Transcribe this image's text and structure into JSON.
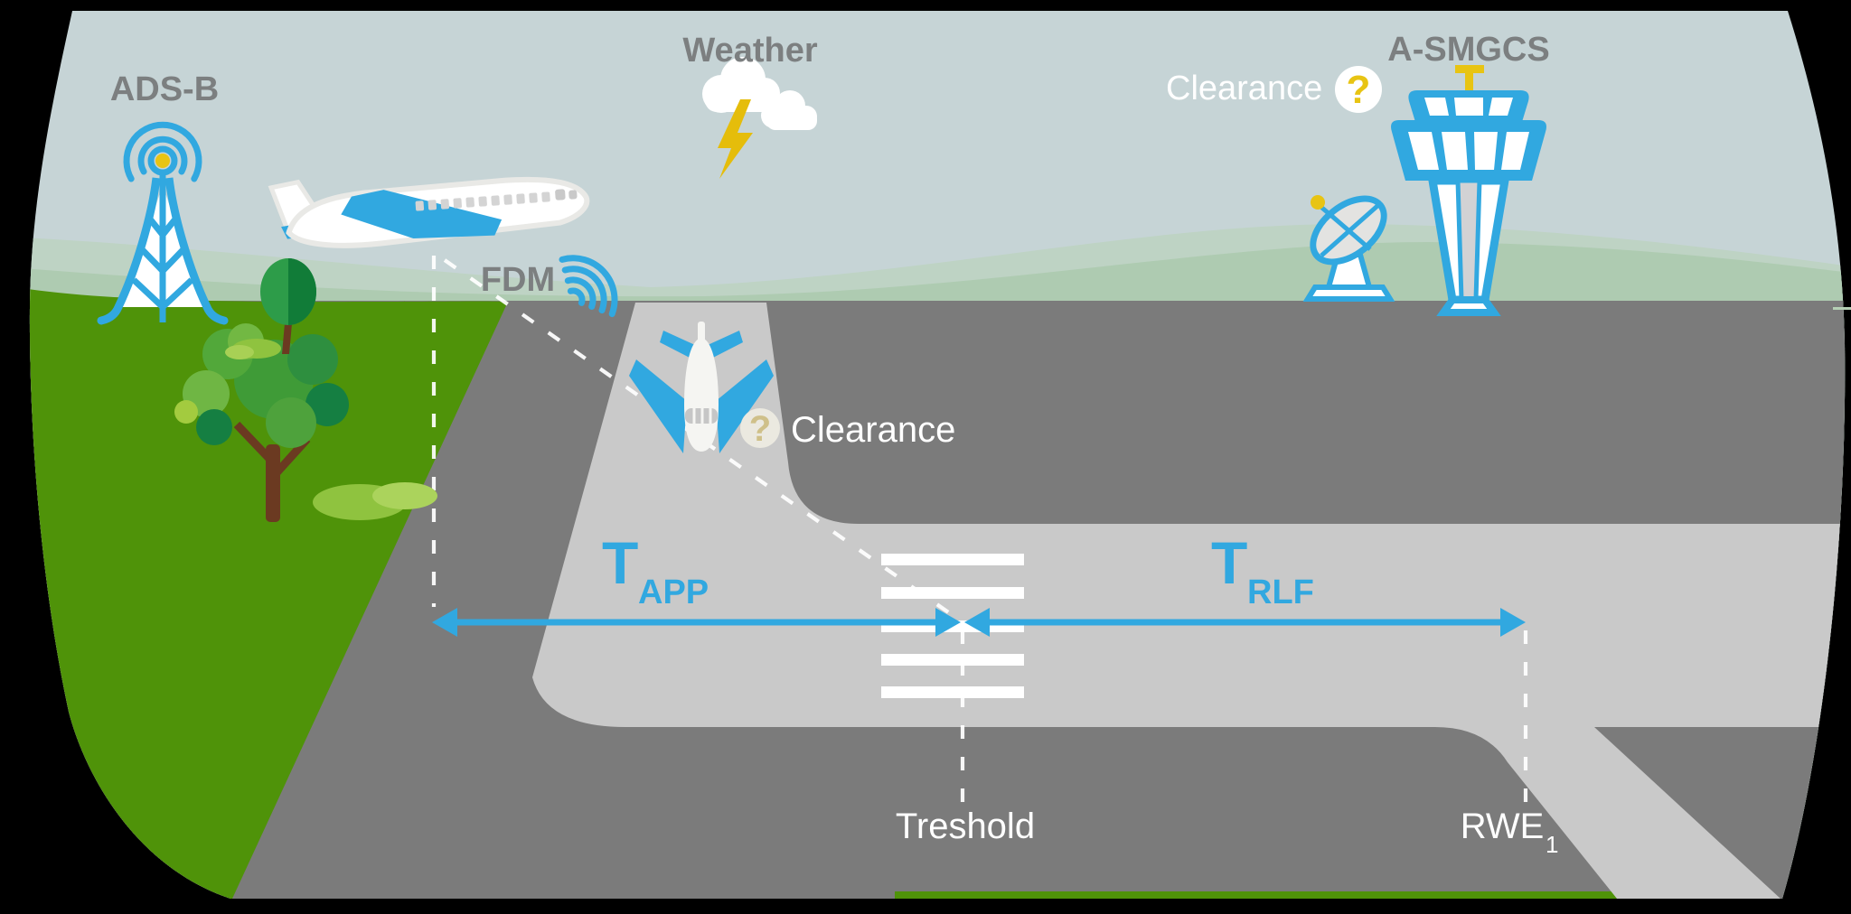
{
  "scene": {
    "type": "airport-approach-infographic",
    "sky_labels": {
      "ads_b": "ADS-B",
      "weather": "Weather",
      "clearance": "Clearance",
      "clearance_q": "?",
      "a_smgcs": "A-SMGCS"
    },
    "ground_labels": {
      "fdm": "FDM",
      "clearance": "Clearance",
      "clearance_q": "?",
      "treshold": "Treshold",
      "rwe": "RWE",
      "rwe_sub": "1"
    },
    "measurements": {
      "t_app_main": "T",
      "t_app_sub": "APP",
      "t_rlf_main": "T",
      "t_rlf_sub": "RLF"
    }
  },
  "colors": {
    "sky": "#c6d4d6",
    "hill_back": "#bed3c4",
    "hill_front": "#aecbb1",
    "grass": "#4f9309",
    "ground": "#7b7b7b",
    "surface": "#c9c9c9",
    "blue": "#31a8e0",
    "yellow": "#e8c413",
    "bolt": "#e5bd0b",
    "label_gray": "#7c7f80",
    "question_tan": "#cfc089",
    "question_bg": "#ebe9e0",
    "trunk": "#6b3a21",
    "window_gray": "#d4d4d4"
  }
}
